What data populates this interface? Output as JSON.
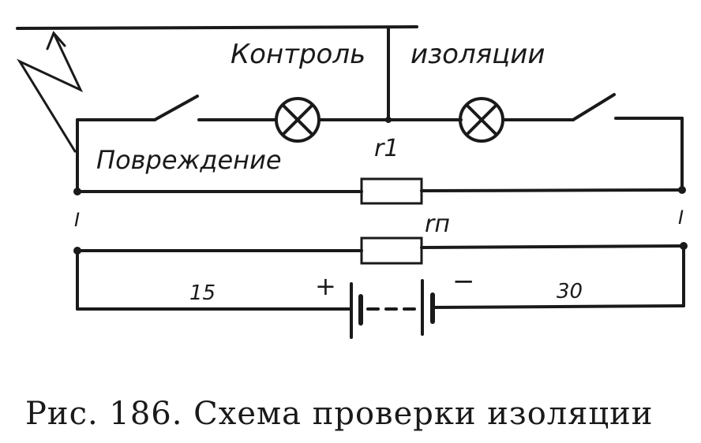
{
  "labels": {
    "control_left": "Контроль",
    "control_right": "изоляции",
    "damage": "Повреждение",
    "r1": "r1",
    "rn": "rп",
    "plus": "+",
    "minus": "−",
    "left_terminal": "15",
    "right_terminal": "30",
    "left_mark": "I",
    "right_mark": "I"
  },
  "caption": "Рис. 186. Схема проверки изоляции",
  "colors": {
    "ink": "#1a1a1a",
    "background": "#ffffff"
  }
}
